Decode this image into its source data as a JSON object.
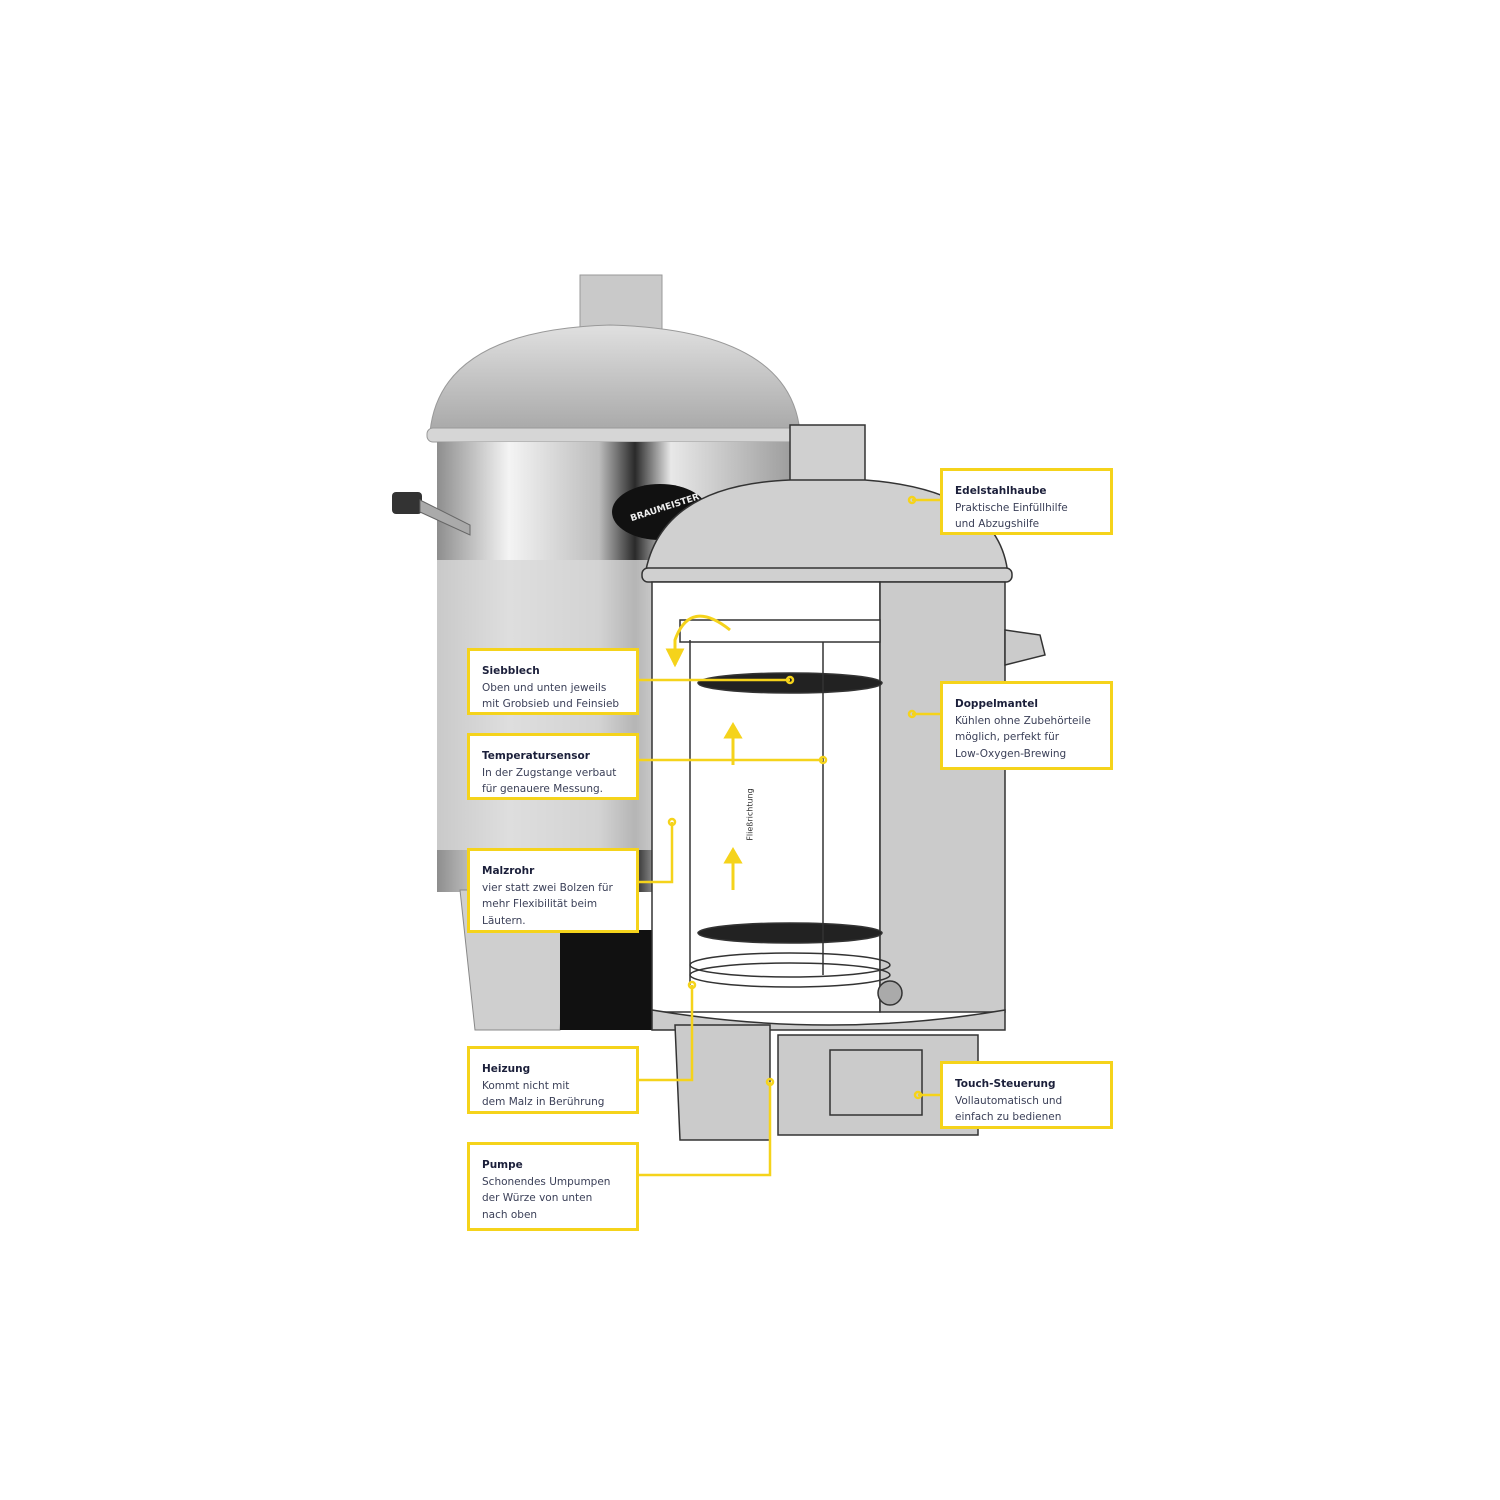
{
  "product_logo": "BRAUMEISTER",
  "flow_label": "Fließrichtung",
  "accent_color": "#f5d31b",
  "callouts": [
    {
      "title": "Edelstahlhaube",
      "text": "Praktische Einfüllhilfe\nund Abzugshilfe"
    },
    {
      "title": "Siebblech",
      "text": "Oben und unten jeweils\nmit Grobsieb und Feinsieb"
    },
    {
      "title": "Temperatursensor",
      "text": "In der Zugstange verbaut\nfür genauere Messung."
    },
    {
      "title": "Doppelmantel",
      "text": "Kühlen ohne Zubehörteile\nmöglich, perfekt für\nLow-Oxygen-Brewing"
    },
    {
      "title": "Malzrohr",
      "text": "vier statt zwei Bolzen für\nmehr Flexibilität beim\nLäutern."
    },
    {
      "title": "Heizung",
      "text": "Kommt nicht mit\ndem Malz in Berührung"
    },
    {
      "title": "Pumpe",
      "text": "Schonendes Umpumpen\nder Würze von unten\nnach oben"
    },
    {
      "title": "Touch-Steuerung",
      "text": "Vollautomatisch und\neinfach zu bedienen"
    }
  ]
}
